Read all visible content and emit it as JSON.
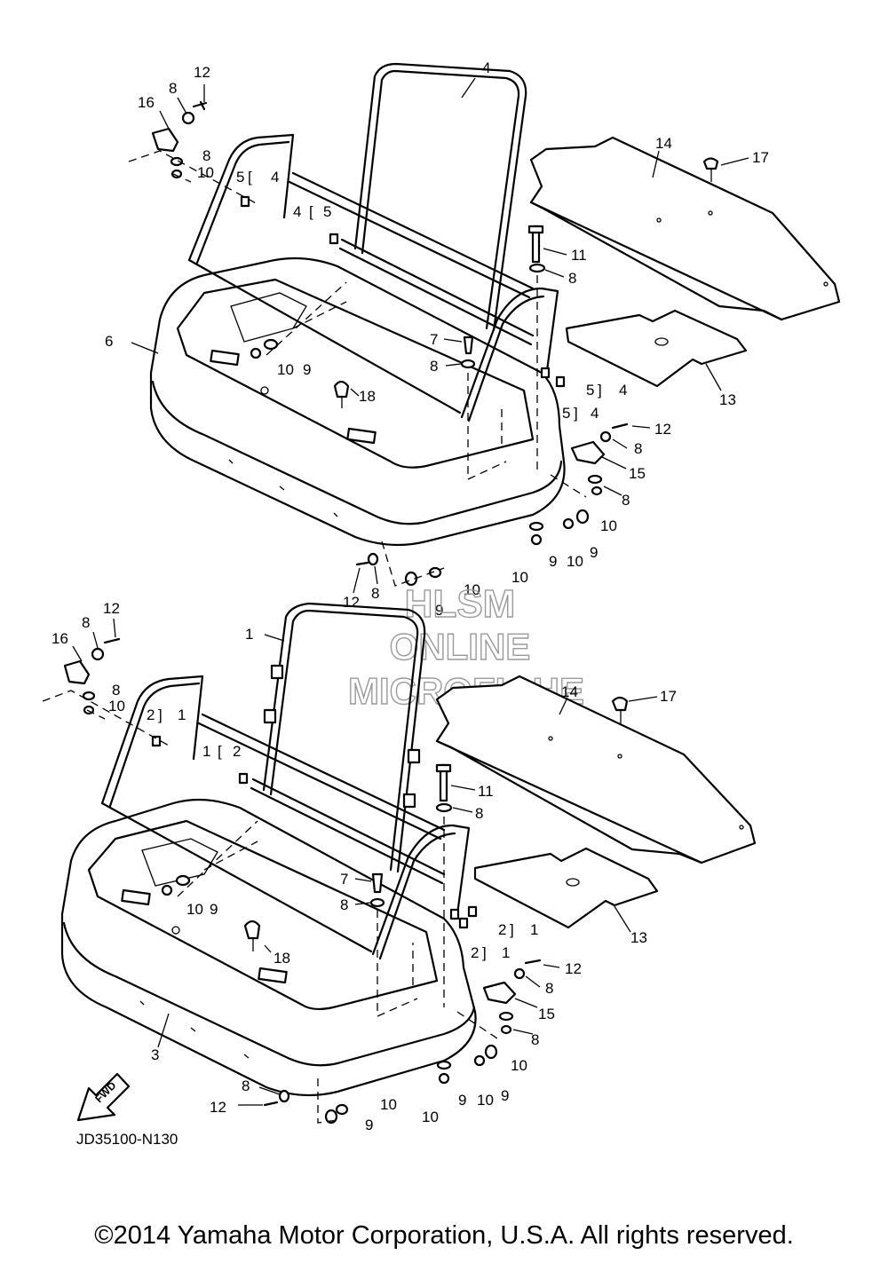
{
  "diagram_code": "JD35100-N130",
  "fwd_label": "FWD",
  "copyright": "©2014 Yamaha Motor Corporation, U.S.A. All rights reserved.",
  "watermark": [
    "HLSM",
    "ONLINE",
    "MICROFICHE"
  ],
  "upper_callouts": {
    "c16": "16",
    "c8a": "8",
    "c12a": "12",
    "c8b": "8",
    "c10a": "10",
    "c4top": "4",
    "c5a": "5",
    "c4a": "4",
    "c4b": "4",
    "c5b": "5",
    "c14": "14",
    "c17": "17",
    "c11": "11",
    "c8c": "8",
    "c6": "6",
    "c7": "7",
    "c8d": "8",
    "c10b": "10",
    "c9a": "9",
    "c18": "18",
    "c5c": "5",
    "c4c": "4",
    "c5d": "5",
    "c4d": "4",
    "c13": "13",
    "c12b": "12",
    "c8e": "8",
    "c15": "15",
    "c8f": "8",
    "c10c": "10",
    "c9b": "9",
    "c10d": "10",
    "c9c": "9",
    "c10e": "10",
    "c12c": "12",
    "c8g": "8",
    "c10f": "10",
    "c9d": "9"
  },
  "lower_callouts": {
    "c8a": "8",
    "c12a": "12",
    "c16": "16",
    "c1top": "1",
    "c8b": "8",
    "c10a": "10",
    "c2a": "2",
    "c1a": "1",
    "c1b": "1",
    "c2b": "2",
    "c14": "14",
    "c17": "17",
    "c11": "11",
    "c8c": "8",
    "c7": "7",
    "c8d": "8",
    "c10b": "10",
    "c9a": "9",
    "c18": "18",
    "c2c": "2",
    "c1c": "1",
    "c2d": "2",
    "c1d": "1",
    "c13": "13",
    "c12b": "12",
    "c8e": "8",
    "c15": "15",
    "c8f": "8",
    "c3": "3",
    "c10c": "10",
    "c9b": "9",
    "c10d": "10",
    "c9c": "9",
    "c10e": "10",
    "c8g": "8",
    "c12c": "12",
    "c10f": "10",
    "c9d": "9"
  }
}
